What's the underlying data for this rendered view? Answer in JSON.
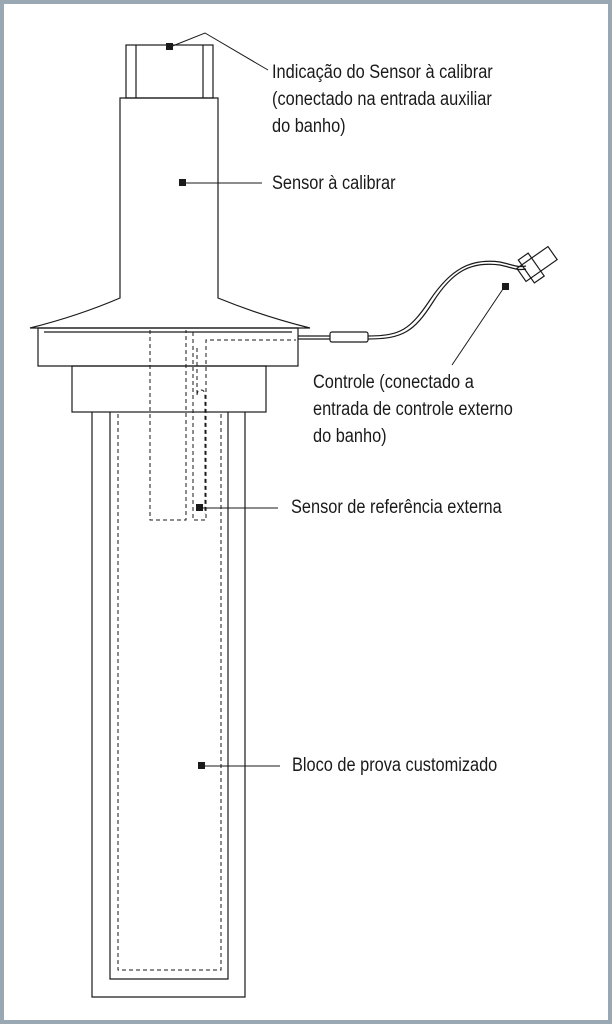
{
  "labels": {
    "sensor_indication": [
      "Indicação do Sensor à calibrar",
      "(conectado na entrada auxiliar",
      "do banho)"
    ],
    "sensor_to_calibrate": [
      "Sensor à calibrar"
    ],
    "control": [
      "Controle (conectado a",
      "entrada de controle externo",
      "do banho)"
    ],
    "external_reference_sensor": [
      "Sensor de referência externa"
    ],
    "custom_test_block": [
      "Bloco de prova customizado"
    ]
  },
  "colors": {
    "frame_border": "#9aa8b3",
    "line": "#1a1a1a",
    "background": "#ffffff"
  }
}
